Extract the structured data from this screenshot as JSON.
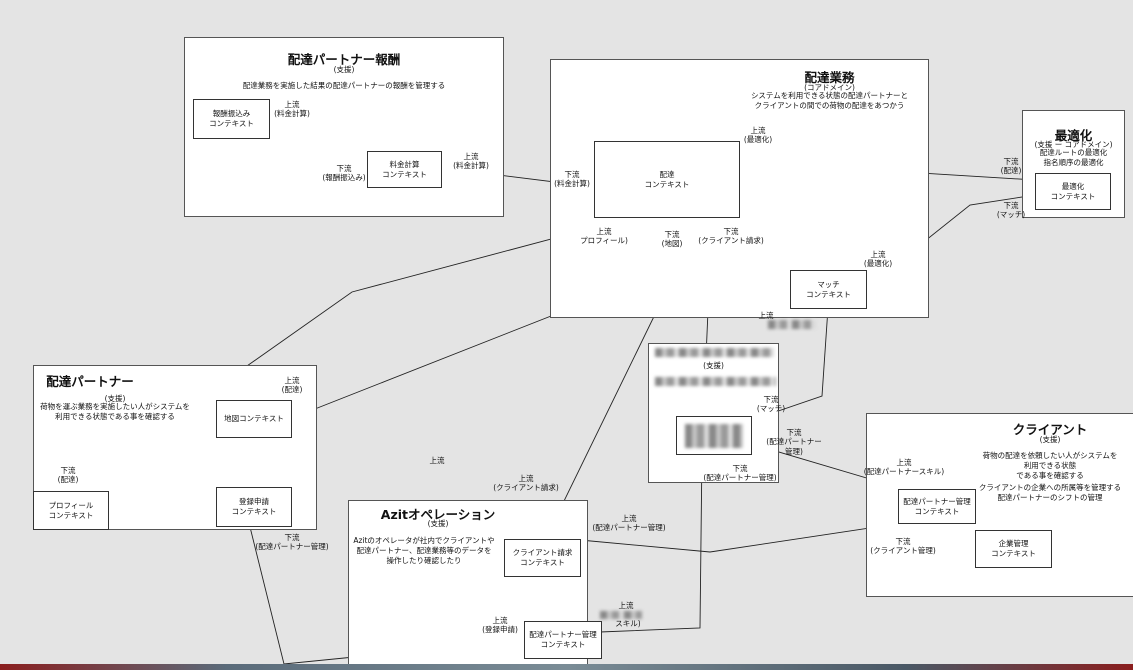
{
  "domains": {
    "reward": {
      "title": "配達パートナー報酬",
      "sub": "(支援)",
      "desc": "配達業務を実施した結果の配達パートナーの報酬を管理する"
    },
    "delivery": {
      "title": "配達業務",
      "sub": "(コアドメイン)",
      "desc": "システムを利用できる状態の配達パートナーと\nクライアントの間での荷物の配達をあつかう"
    },
    "optimize": {
      "title": "最適化",
      "sub": "(支援 ー コアドメイン)",
      "desc": "配達ルートの最適化\n指名順序の最適化"
    },
    "partner": {
      "title": "配達パートナー",
      "sub": "(支援)",
      "desc": "荷物を運ぶ業務を実施したい人がシステムを\n利用できる状態である事を確認する"
    },
    "hidden": {
      "sub": "(支援)"
    },
    "client": {
      "title": "クライアント",
      "sub": "(支援)",
      "desc": "荷物の配達を依頼したい人がシステムを\n利用できる状態\nである事を確認する",
      "desc2": "クライアントの企業への所属等を管理する\n配達パートナーのシフトの管理"
    },
    "azit": {
      "title": "Azitオペレーション",
      "sub": "(支援)",
      "desc": "Azitのオペレータが社内でクライアントや\n配達パートナー、配達業務等のデータを\n操作したり確認したり"
    }
  },
  "contexts": {
    "payout": "報酬振込み\nコンテキスト",
    "fee": "料金計算\nコンテキスト",
    "delivery": "配達\nコンテキスト",
    "optimize": "最適化\nコンテキスト",
    "match": "マッチ\nコンテキスト",
    "map": "地図コンテキスト",
    "profile": "プロフィール\nコンテキスト",
    "register": "登録申請\nコンテキスト",
    "partner_mgmt": "配達パートナー管理\nコンテキスト",
    "company_mgmt": "企業管理\nコンテキスト",
    "client_request": "クライアント請求\nコンテキスト",
    "azit_partner_mgmt": "配達パートナー管理\nコンテキスト"
  },
  "labels": {
    "up_fee1": "上流\n(料金計算)",
    "down_payout": "下流\n(報酬振込み)",
    "up_fee2": "上流\n(料金計算)",
    "down_fee": "下流\n(料金計算)",
    "up_opt1": "上流\n(最適化)",
    "down_delivery": "下流\n(配達)",
    "down_match": "下流\n(マッチ)",
    "up_opt2": "上流\n(最適化)",
    "up_profile": "上流\nプロフィール)",
    "down_map": "下流\n(地図)",
    "down_client_req": "下流\n(クライアント請求)",
    "up_partial": "上流",
    "up_delivery": "上流\n(配達)",
    "down_delivery2": "下流\n(配達)",
    "down_partner_mgmt1": "下流\n(配達パートナー管理)",
    "up_lone": "上流",
    "up_client_req": "上流\n(クライアント請求)",
    "up_partner_mgmt": "上流\n(配達パートナー管理)",
    "down_match2": "下流\n(マッチ)",
    "down_partner_mgmt2": "下流\n(配達パートナー\n管理)",
    "down_partner_mgmt3": "下流\n(配達パートナー管理)",
    "up_skill": "上流\n(配達パートナースキル)",
    "down_client_mgmt": "下流\n(クライアント管理)",
    "up_register": "上流\n(登録申請)",
    "up_skill2": "上流",
    "skill_tail": "スキル)"
  }
}
